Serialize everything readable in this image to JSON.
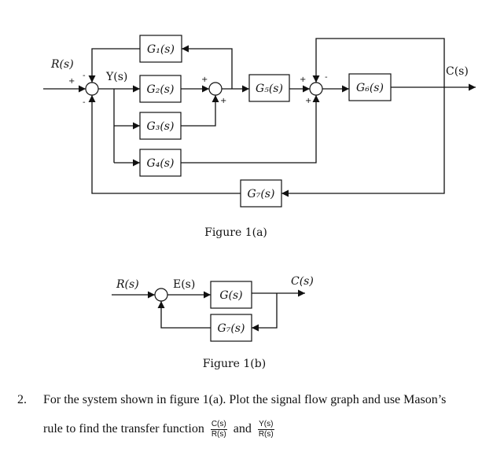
{
  "figure_a": {
    "caption": "Figure 1(a)",
    "input_label": "R(s)",
    "intermediate_label": "Y(s)",
    "output_label": "C(s)",
    "blocks": {
      "g1": "G₁(s)",
      "g2": "G₂(s)",
      "g3": "G₃(s)",
      "g4": "G₄(s)",
      "g5": "G₅(s)",
      "g6": "G₆(s)",
      "g7": "G₇(s)"
    },
    "summing_junction_1": {
      "input_sign": "+",
      "top_sign": "-",
      "bottom_sign": "-"
    },
    "summing_junction_2": {
      "left_sign": "+",
      "bottom_sign": "+"
    },
    "summing_junction_3": {
      "left_sign": "+",
      "top_sign": "-",
      "bottom_sign": "+"
    }
  },
  "figure_b": {
    "caption": "Figure 1(b)",
    "input_label": "R(s)",
    "error_label": "E(s)",
    "output_label": "C(s)",
    "blocks": {
      "g": "G(s)",
      "g7": "G₇(s)"
    }
  },
  "question": {
    "number": "2.",
    "line1": "For the system shown in figure 1(a). Plot the signal flow graph and use Mason’s",
    "line2": "rule to find the transfer function",
    "tf1_num": "C(s)",
    "tf1_den": "R(s)",
    "conjunction": "and",
    "tf2_num": "Y(s)",
    "tf2_den": "R(s)"
  }
}
